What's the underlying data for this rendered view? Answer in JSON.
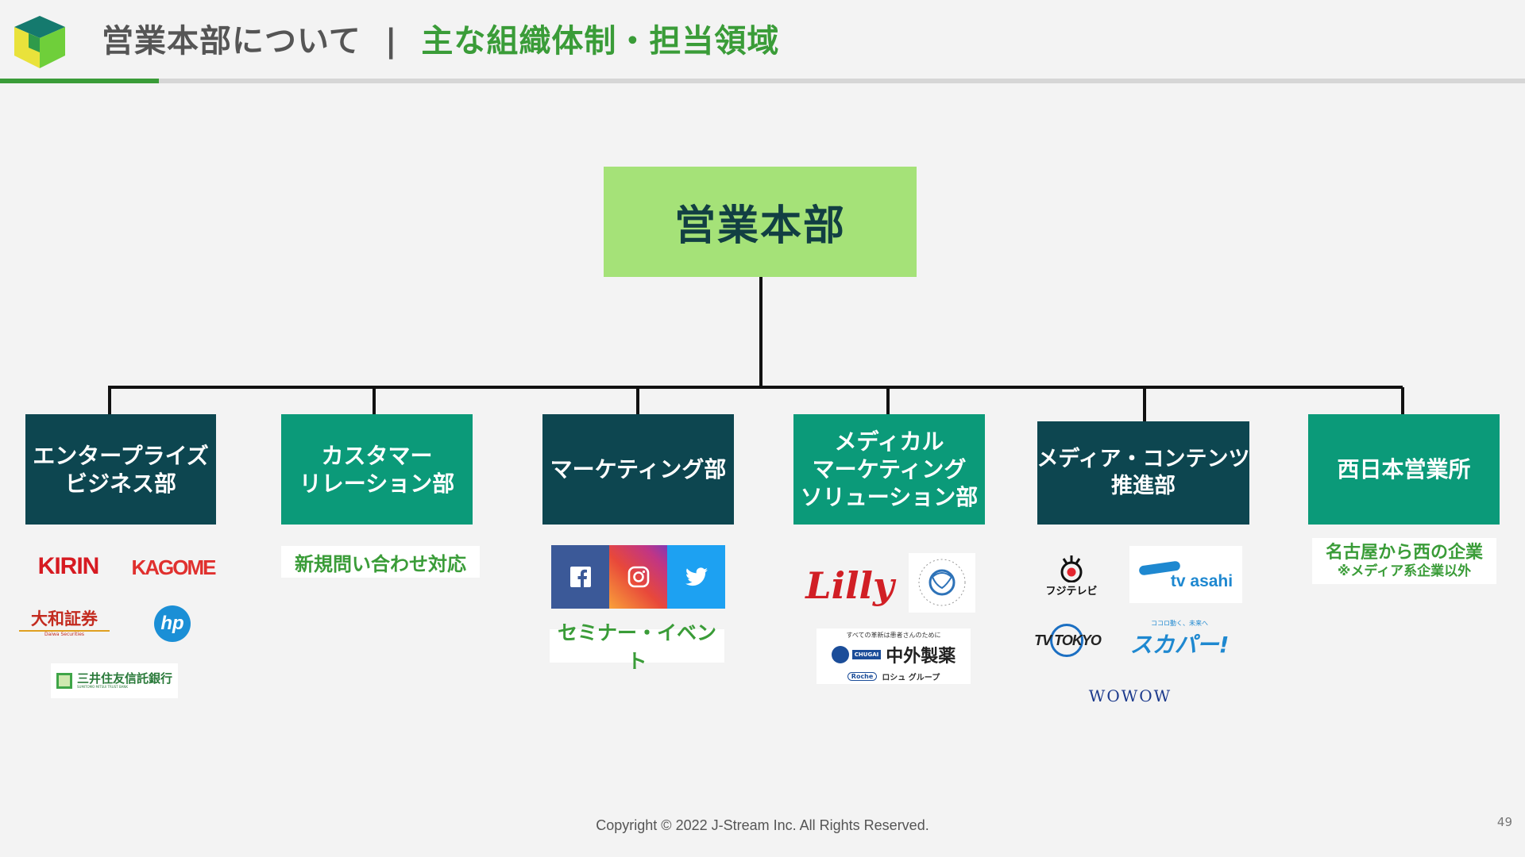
{
  "header": {
    "title_main": "営業本部について",
    "separator": "|",
    "title_sub": "主な組織体制・担当領域"
  },
  "org": {
    "root": "営業本部",
    "departments": [
      {
        "lines": [
          "エンタープライズ",
          "ビジネス部"
        ]
      },
      {
        "lines": [
          "カスタマー",
          "リレーション部"
        ]
      },
      {
        "lines": [
          "マーケティング部"
        ]
      },
      {
        "lines": [
          "メディカル",
          "マーケティング",
          "ソリューション部"
        ]
      },
      {
        "lines": [
          "メディア・コンテンツ",
          "推進部"
        ]
      },
      {
        "lines": [
          "西日本営業所"
        ]
      }
    ]
  },
  "domains": {
    "customer_relation": "新規問い合わせ対応",
    "marketing": "セミナー・イベント",
    "west_japan_main": "名古屋から西の企業",
    "west_japan_note": "※メディア系企業以外"
  },
  "logos": {
    "enterprise": {
      "kirin": "KIRIN",
      "kagome": "KAGOME",
      "daiwa": "大和証券",
      "daiwa_sub": "Daiwa Securities",
      "hp": "hp",
      "sumitomo": "三井住友信託銀行",
      "sumitomo_sub": "SUMITOMO MITSUI TRUST BANK"
    },
    "medical": {
      "lilly": "Lilly",
      "jns": "Japan Neuroscience Society",
      "chugai_tagline": "すべての革新は患者さんのために",
      "chugai": "中外製薬",
      "chugai_small": "CHUGAI",
      "roche": "Roche",
      "roche_group": "ロシュ グループ"
    },
    "media": {
      "fuji": "フジテレビ",
      "tvasahi": "tv asahi",
      "tvtokyo": "TV TOKYO",
      "skyperfect_tagline": "ココロ動く、未来へ",
      "skyperfect": "スカパー!",
      "wowow": "WOWOW"
    }
  },
  "colors": {
    "accent_green": "#3a9c38",
    "dark_teal": "#0d4650",
    "teal": "#0b9a79",
    "root_green": "#a5e278"
  },
  "footer": {
    "copyright": "Copyright © 2022 J-Stream Inc. All Rights Reserved.",
    "page": "49"
  }
}
